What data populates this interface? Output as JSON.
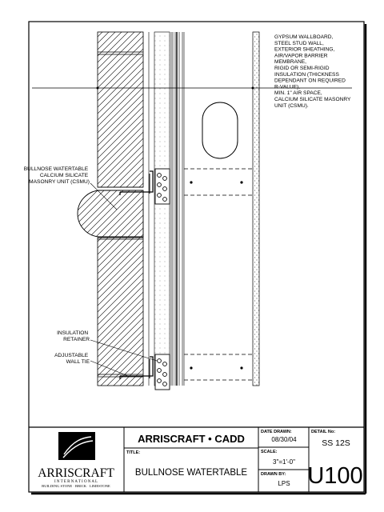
{
  "drawing": {
    "note_materials": [
      "GYPSUM WALLBOARD,",
      "STEEL STUD WALL,",
      "EXTERIOR SHEATHING,",
      "AIR/VAPOR BARRIER",
      "MEMBRANE,",
      "RIGID OR SEMI-RIGID",
      "INSULATION (THICKNESS",
      "DEPENDANT ON REQUIRED",
      "R-VALUE),",
      "MIN. 1\" AIR SPACE,",
      "CALCIUM SILICATE MASONRY",
      "UNIT (CSMU)."
    ],
    "label_watertable": [
      "BULLNOSE WATERTABLE",
      "CALCIUM SILICATE",
      "MASONRY UNIT (CSMU)"
    ],
    "label_insulation_retainer": [
      "INSULATION",
      "RETAINER"
    ],
    "label_wall_tie": [
      "ADJUSTABLE",
      "WALL TIE"
    ]
  },
  "title_block": {
    "logo": {
      "name": "ARRISCRAFT",
      "sub1": "I N T E R N A T I O N A L",
      "sub2": "BUILDING STONE · BRICK · LIMESTONE"
    },
    "company": "ARRISCRAFT • CADD",
    "title_label": "TITLE:",
    "title": "BULLNOSE WATERTABLE",
    "date_label": "DATE DRAWN:",
    "date": "08/30/04",
    "scale_label": "SCALE:",
    "scale": "3\"=1'-0\"",
    "drawn_label": "DRAWN BY:",
    "drawn_by": "LPS",
    "detail_label": "DETAIL No:",
    "detail_code": "SS 12S",
    "detail_number": "U100"
  }
}
